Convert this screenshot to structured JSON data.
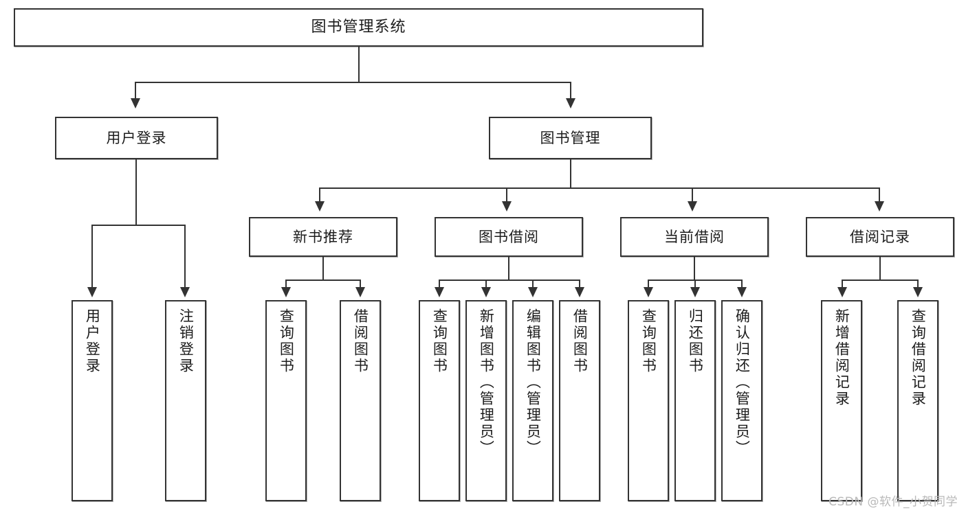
{
  "diagram": {
    "title": "图书管理系统",
    "type": "tree-hierarchy",
    "watermark": "CSDN @软件_小贺同学",
    "colors": {
      "box_border": "#333333",
      "box_fill": "#ffffff",
      "connector": "#333333",
      "text": "#1c1c1c",
      "watermark": "#b9b9b9"
    },
    "root": {
      "label": "图书管理系统"
    },
    "level2": [
      {
        "label": "用户登录"
      },
      {
        "label": "图书管理"
      }
    ],
    "level3": [
      {
        "label": "新书推荐"
      },
      {
        "label": "图书借阅"
      },
      {
        "label": "当前借阅"
      },
      {
        "label": "借阅记录"
      }
    ],
    "leaves": {
      "user_login": [
        {
          "label": "用户登录"
        },
        {
          "label": "注销登录"
        }
      ],
      "new_book_recommend": [
        {
          "label": "查询图书"
        },
        {
          "label": "借阅图书"
        }
      ],
      "book_borrow": [
        {
          "label": "查询图书"
        },
        {
          "label": "新增图书（管理员）"
        },
        {
          "label": "编辑图书（管理员）"
        },
        {
          "label": "借阅图书"
        }
      ],
      "current_borrow": [
        {
          "label": "查询图书"
        },
        {
          "label": "归还图书"
        },
        {
          "label": "确认归还（管理员）"
        }
      ],
      "borrow_records": [
        {
          "label": "新增借阅记录"
        },
        {
          "label": "查询借阅记录"
        }
      ]
    }
  }
}
